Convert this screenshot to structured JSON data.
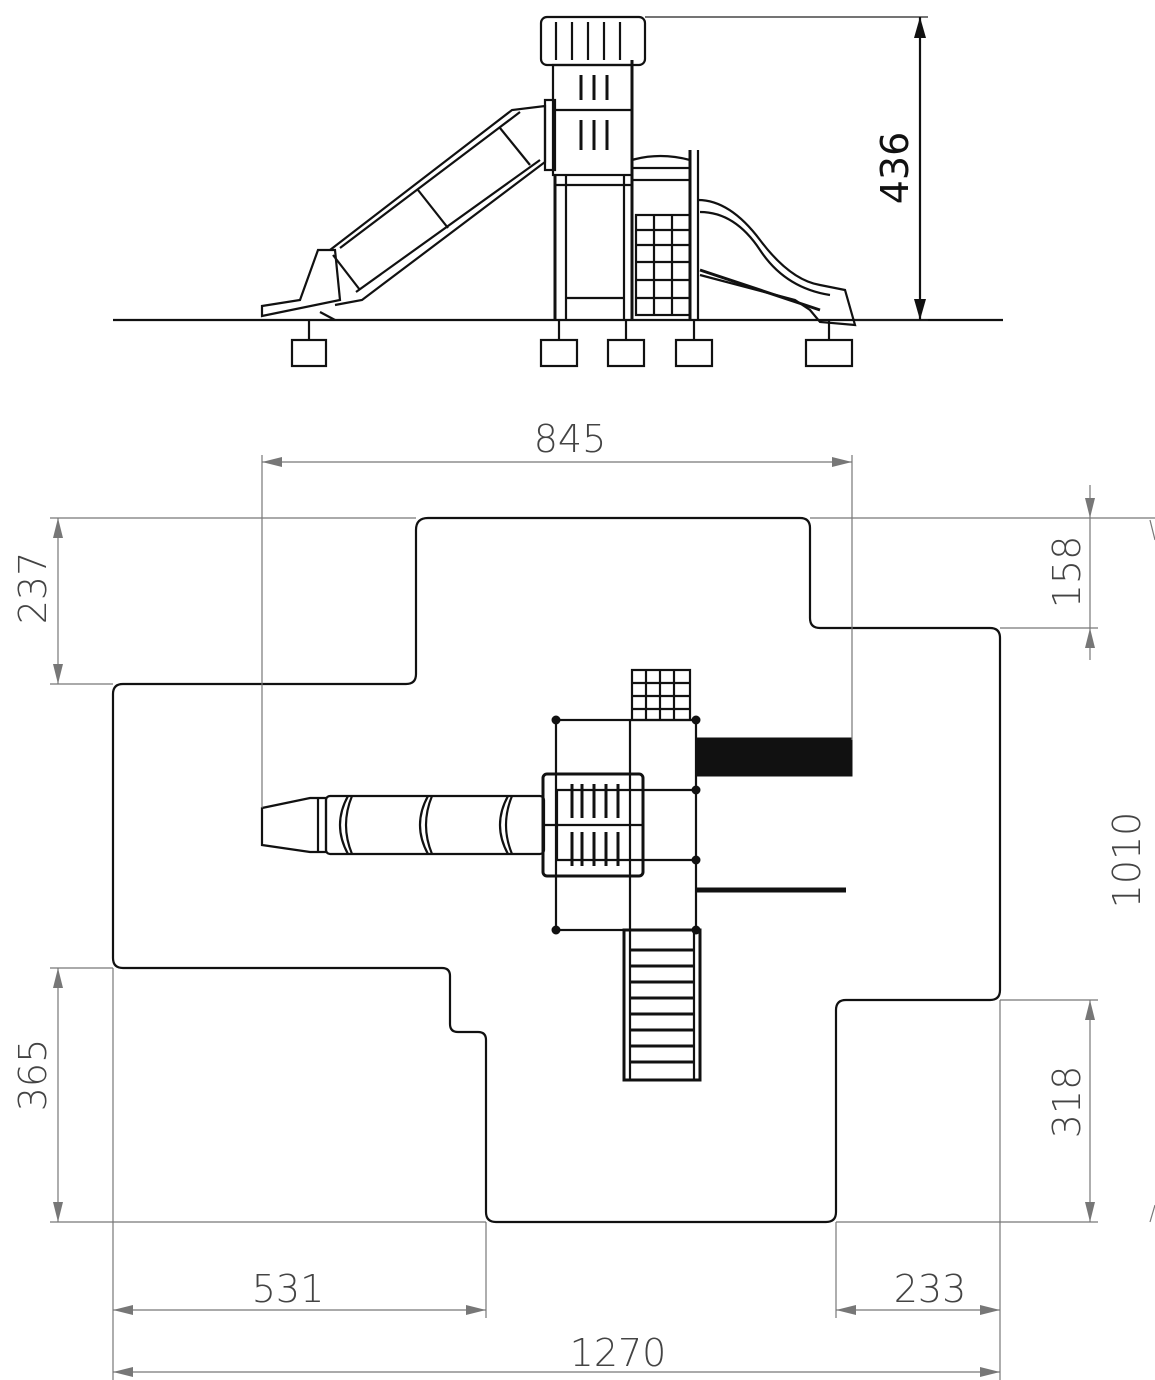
{
  "dimensions": {
    "height_side": "436",
    "top_width": "845",
    "left_top": "237",
    "right_top": "158",
    "total_depth": "1010",
    "left_bottom": "365",
    "right_bottom": "318",
    "bottom_left": "531",
    "bottom_right": "233",
    "total_width": "1270"
  },
  "colors": {
    "outline": "#111111",
    "dimension_line": "#777777",
    "dimension_text": "#444444",
    "background": "#ffffff"
  }
}
